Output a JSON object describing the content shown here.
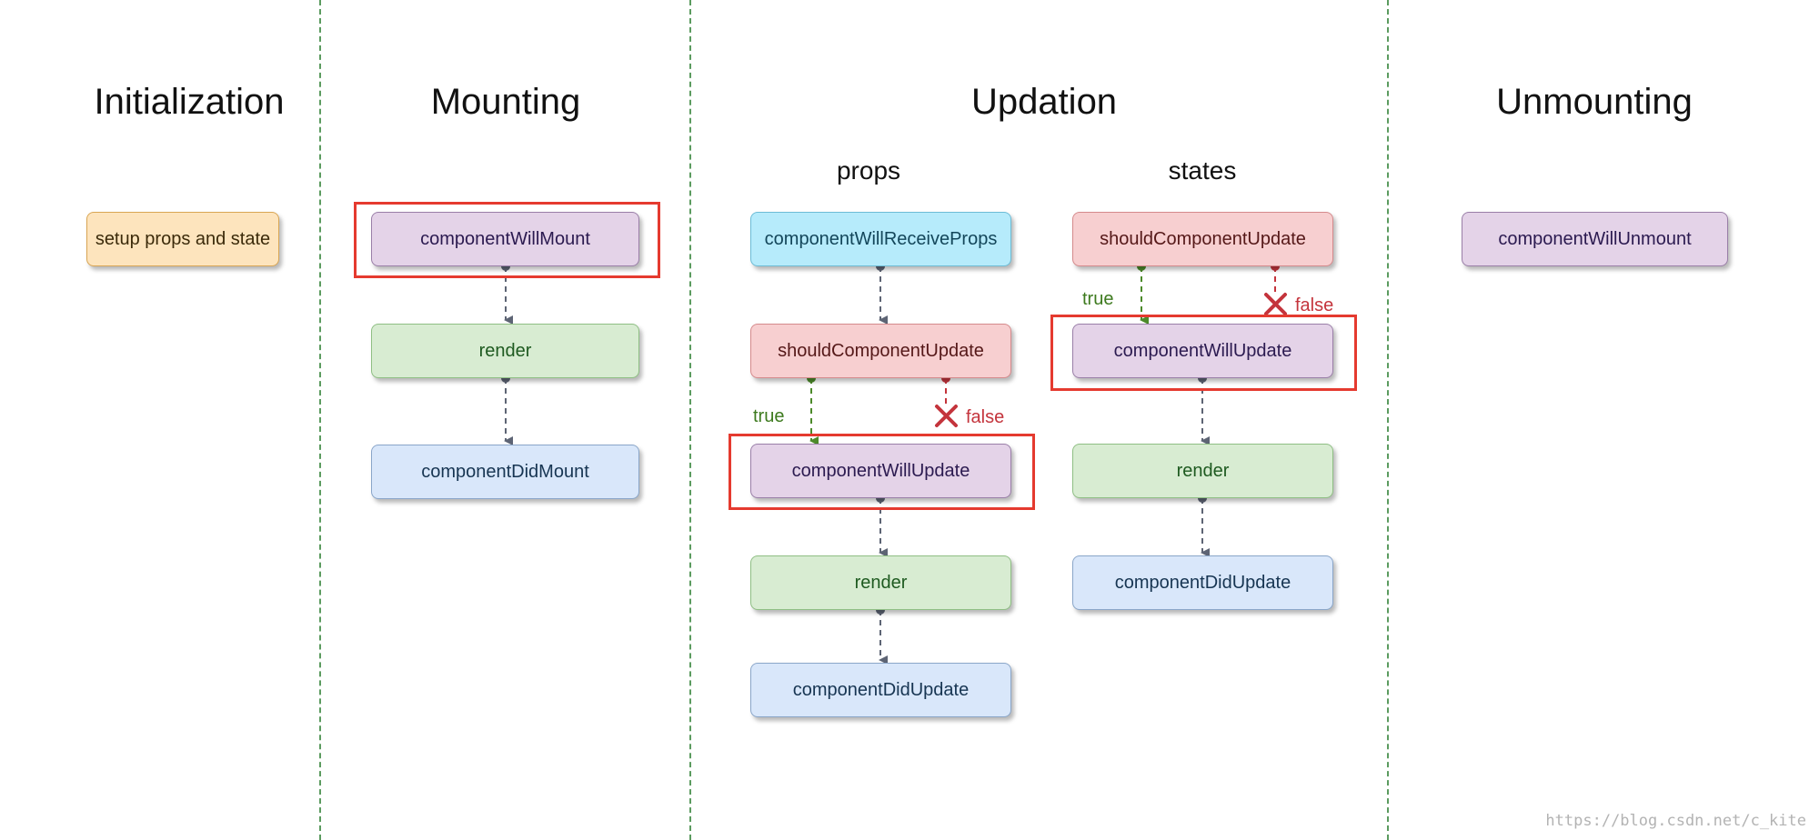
{
  "phases": {
    "initialization": "Initialization",
    "mounting": "Mounting",
    "updation": "Updation",
    "unmounting": "Unmounting"
  },
  "subheads": {
    "props": "props",
    "states": "states"
  },
  "nodes": {
    "setup": "setup props and state",
    "mount_will": "componentWillMount",
    "mount_render": "render",
    "mount_did": "componentDidMount",
    "props_receive": "componentWillReceiveProps",
    "props_should": "shouldComponentUpdate",
    "props_will": "componentWillUpdate",
    "props_render": "render",
    "props_did": "componentDidUpdate",
    "states_should": "shouldComponentUpdate",
    "states_will": "componentWillUpdate",
    "states_render": "render",
    "states_did": "componentDidUpdate",
    "unmount_will": "componentWillUnmount"
  },
  "branch_labels": {
    "props_true": "true",
    "props_false": "false",
    "states_true": "true",
    "states_false": "false"
  },
  "watermark": "https://blog.csdn.net/c_kite",
  "colors": {
    "divider": "#5b9b5f",
    "highlight": "#e53a2f",
    "arrow": "#5d6474",
    "true_branch": "#4c8a2a",
    "false_branch": "#c4343c"
  }
}
